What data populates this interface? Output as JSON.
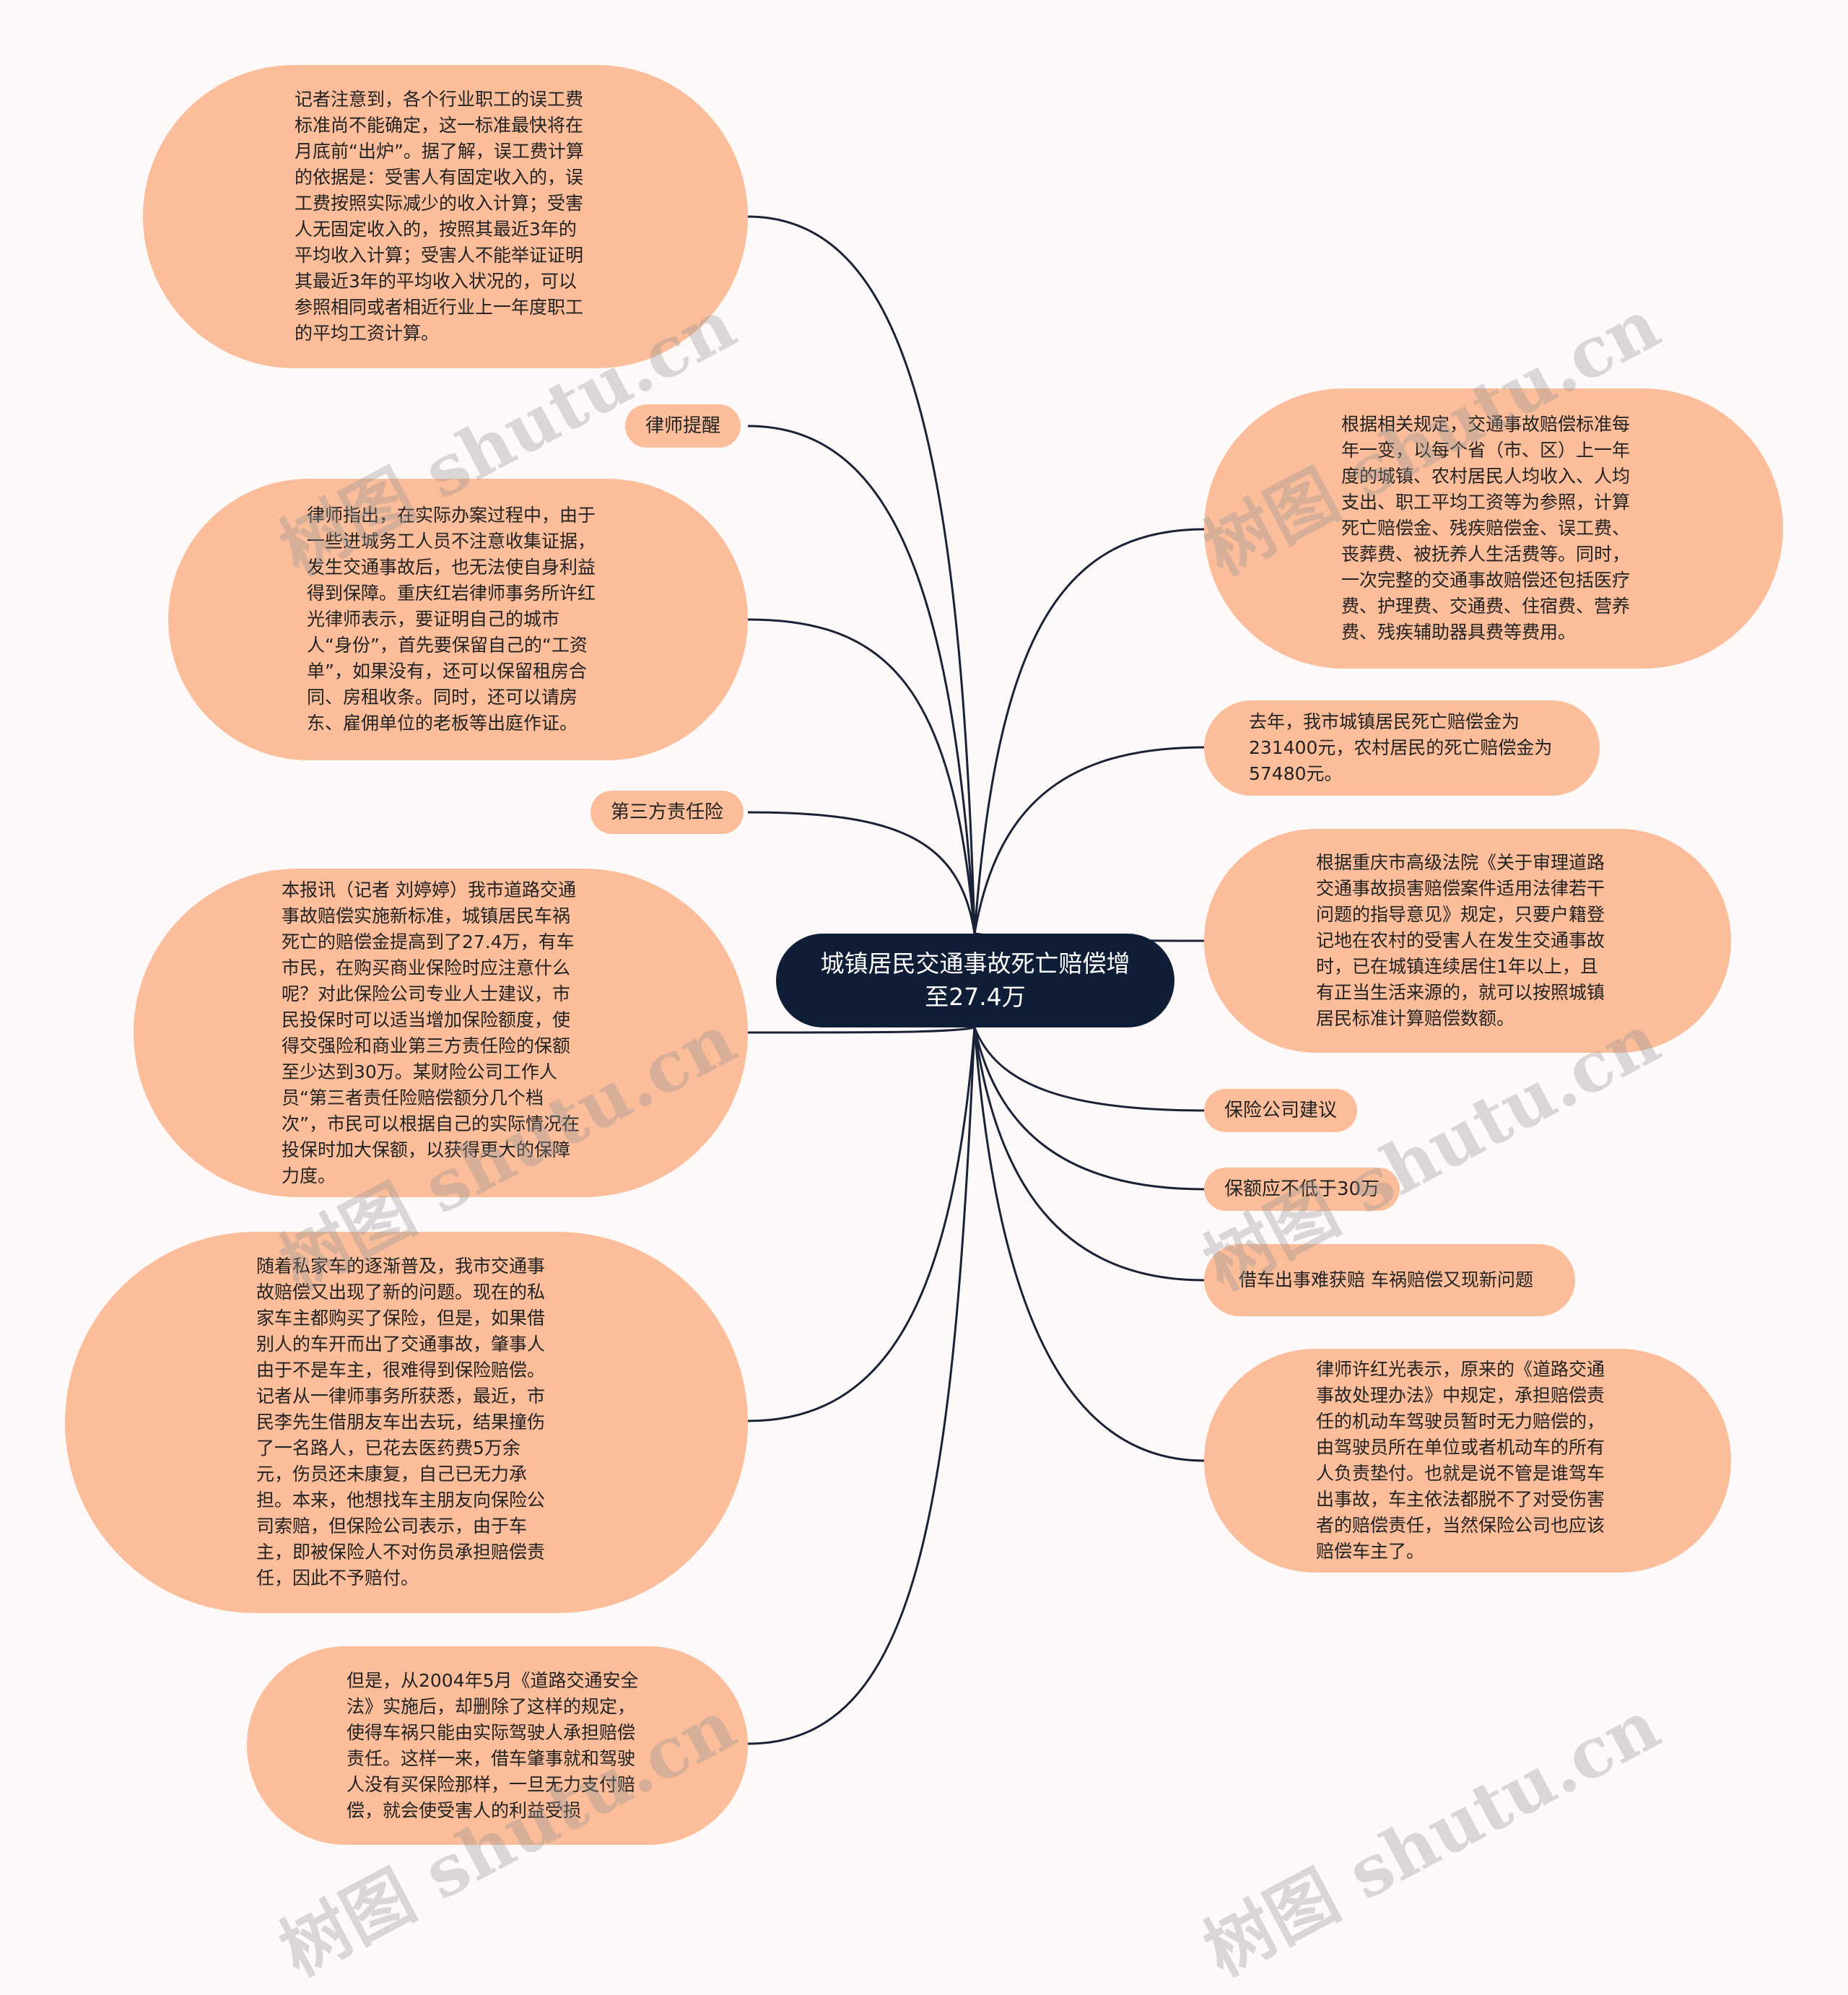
{
  "root": {
    "label": "城镇居民交通事故死亡赔偿增至27.4万"
  },
  "left_nodes": [
    {
      "text": "记者注意到，各个行业职工的误工费标准尚不能确定，这一标准最快将在月底前“出炉”。据了解，误工费计算的依据是：受害人有固定收入的，误工费按照实际减少的收入计算；受害人无固定收入的，按照其最近3年的平均收入计算；受害人不能举证证明其最近3年的平均收入状况的，可以参照相同或者相近行业上一年度职工的平均工资计算。"
    },
    {
      "text": "律师提醒"
    },
    {
      "text": "律师指出，在实际办案过程中，由于一些进城务工人员不注意收集证据，发生交通事故后，也无法使自身利益得到保障。重庆红岩律师事务所许红光律师表示，要证明自己的城市人“身份”，首先要保留自己的“工资单”，如果没有，还可以保留租房合同、房租收条。同时，还可以请房东、雇佣单位的老板等出庭作证。"
    },
    {
      "text": "第三方责任险"
    },
    {
      "text": "本报讯（记者 刘婷婷）我市道路交通事故赔偿实施新标准，城镇居民车祸死亡的赔偿金提高到了27.4万，有车市民，在购买商业保险时应注意什么呢？对此保险公司专业人士建议，市民投保时可以适当增加保险额度，使得交强险和商业第三方责任险的保额至少达到30万。某财险公司工作人员“第三者责任险赔偿额分几个档次”，市民可以根据自己的实际情况在投保时加大保额，以获得更大的保障力度。"
    },
    {
      "text": "随着私家车的逐渐普及，我市交通事故赔偿又出现了新的问题。现在的私家车主都购买了保险，但是，如果借别人的车开而出了交通事故，肇事人由于不是车主，很难得到保险赔偿。记者从一律师事务所获悉，最近，市民李先生借朋友车出去玩，结果撞伤了一名路人，已花去医药费5万余元，伤员还未康复，自己已无力承担。本来，他想找车主朋友向保险公司索赔，但保险公司表示，由于车主，即被保险人不对伤员承担赔偿责任，因此不予赔付。"
    },
    {
      "text": "但是，从2004年5月《道路交通安全法》实施后，却删除了这样的规定，使得车祸只能由实际驾驶人承担赔偿责任。这样一来，借车肇事就和驾驶人没有买保险那样，一旦无力支付赔偿，就会使受害人的利益受损"
    }
  ],
  "right_nodes": [
    {
      "text": "根据相关规定，交通事故赔偿标准每年一变，以每个省（市、区）上一年度的城镇、农村居民人均收入、人均支出、职工平均工资等为参照，计算死亡赔偿金、残疾赔偿金、误工费、丧葬费、被抚养人生活费等。同时，一次完整的交通事故赔偿还包括医疗费、护理费、交通费、住宿费、营养费、残疾辅助器具费等费用。"
    },
    {
      "text": "去年，我市城镇居民死亡赔偿金为231400元，农村居民的死亡赔偿金为57480元。"
    },
    {
      "text": "根据重庆市高级法院《关于审理道路交通事故损害赔偿案件适用法律若干问题的指导意见》规定，只要户籍登记地在农村的受害人在发生交通事故时，已在城镇连续居住1年以上，且有正当生活来源的，就可以按照城镇居民标准计算赔偿数额。"
    },
    {
      "text": "保险公司建议"
    },
    {
      "text": "保额应不低于30万"
    },
    {
      "text": "借车出事难获赔 车祸赔偿又现新问题"
    },
    {
      "text": "律师许红光表示，原来的《道路交通事故处理办法》中规定，承担赔偿责任的机动车驾驶员暂时无力赔偿的，由驾驶员所在单位或者机动车的所有人负责垫付。也就是说不管是谁驾车出事故，车主依法都脱不了对受伤害者的赔偿责任，当然保险公司也应该赔偿车主了。"
    }
  ],
  "watermark": "树图 shutu.cn",
  "colors": {
    "node_fill": "#fbbd9a",
    "root_fill": "#0f1d36",
    "line": "#1a2238",
    "background": "#fdf9f8"
  }
}
